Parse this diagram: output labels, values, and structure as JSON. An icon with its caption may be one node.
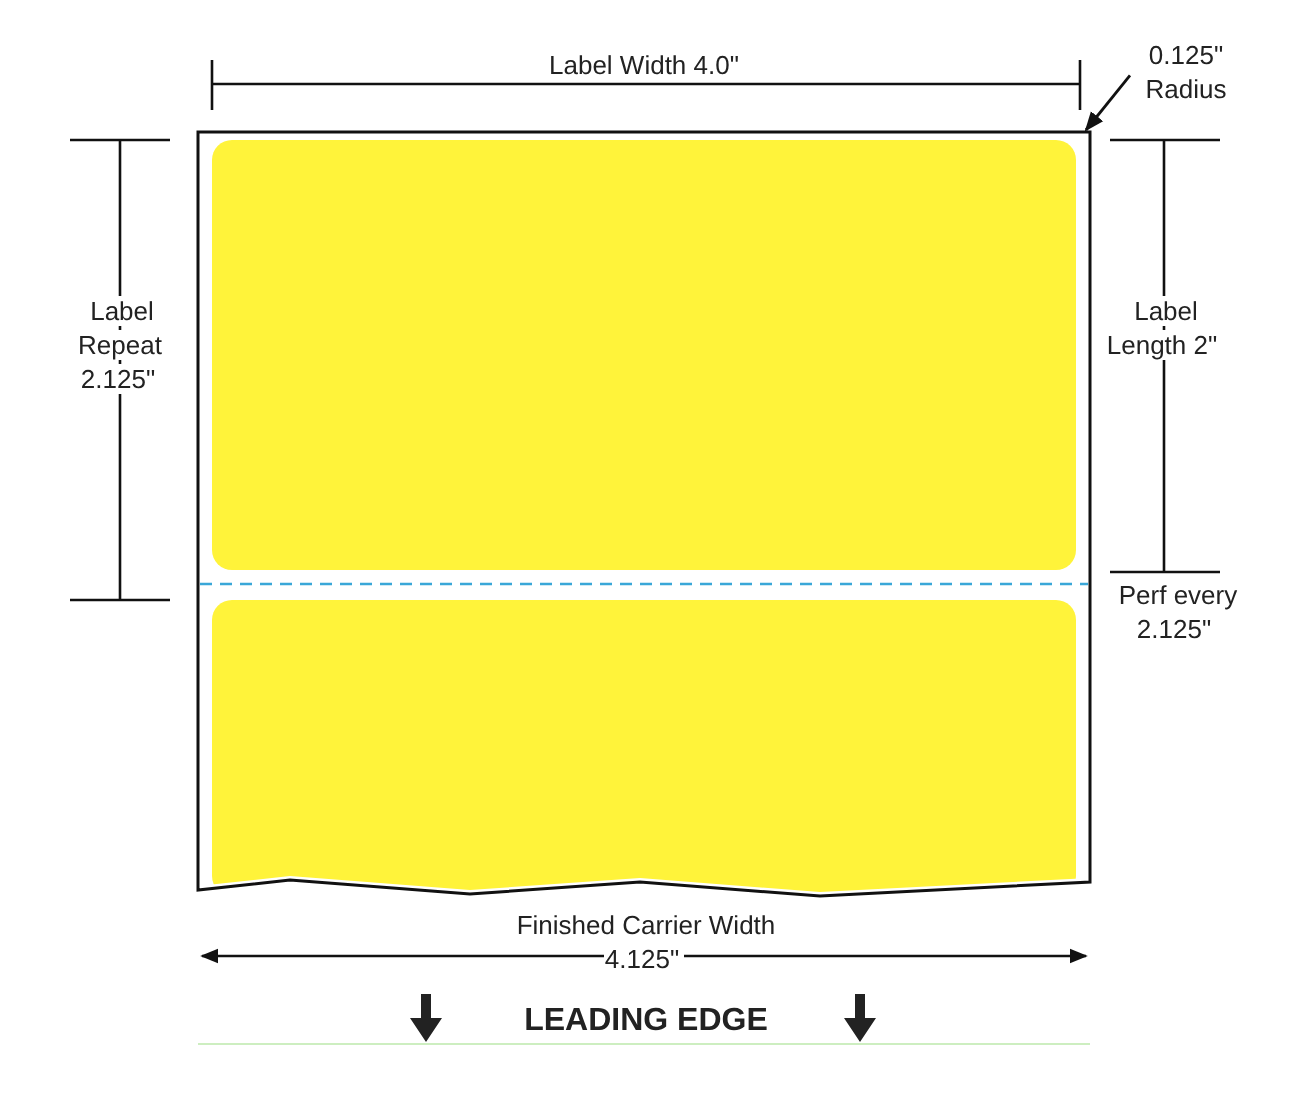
{
  "diagram": {
    "nodes": [
      {
        "text": [],
        "shape": "box"
      },
      {
        "text": [],
        "shape": "box",
        "in": 0
      },
      {
        "text": [],
        "shape": "box",
        "in": 0
      },
      {
        "text": [
          "0.125\" Radius"
        ]
      }
    ],
    "edges": [
      {
        "from": 3,
        "to": 1,
        "arrow": "to"
      }
    ],
    "labels": [
      "Label Width 4.0\"",
      "Label Repeat 2.125\"",
      "Label Length 2\"",
      "Perf every 2.125\"",
      "Finished Carrier Width 4.125\"",
      "LEADING EDGE"
    ]
  }
}
